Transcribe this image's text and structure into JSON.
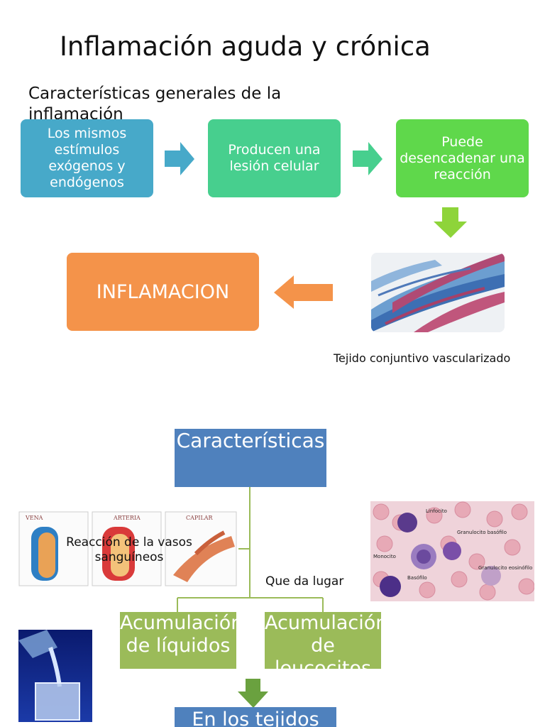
{
  "title": "Inflamación aguda y crónica",
  "subtitle": "Características generales de la inflamación",
  "flow": {
    "box1": "Los mismos estímulos exógenos y endógenos",
    "box2": "Producen una lesión celular",
    "box3": "Puede desencadenar una reacción",
    "box4": "INFLAMACION",
    "tissue_caption": "Tejido conjuntivo vascularizado"
  },
  "tree": {
    "root": "Características",
    "vessels_label": "Reacción de la vasos sanguíneos",
    "vessel_types": [
      "VENA",
      "ARTERIA",
      "CAPILAR"
    ],
    "connector_label": "Que da lugar",
    "child1": "Acumulación de líquidos",
    "child2": "Acumulación de leucocitos",
    "bottom": "En los tejidos",
    "blood_cell_labels": [
      "Linfocito",
      "Granulocito basófilo",
      "Monocito",
      "Basófilo",
      "Granulocito eosinófilo"
    ]
  },
  "colors": {
    "box1": "#47a9c9",
    "box2": "#47cf8e",
    "box3": "#5fd84b",
    "inflamacion": "#f4934a",
    "characteristics": "#4f81bd",
    "child_boxes": "#9bbb59"
  }
}
